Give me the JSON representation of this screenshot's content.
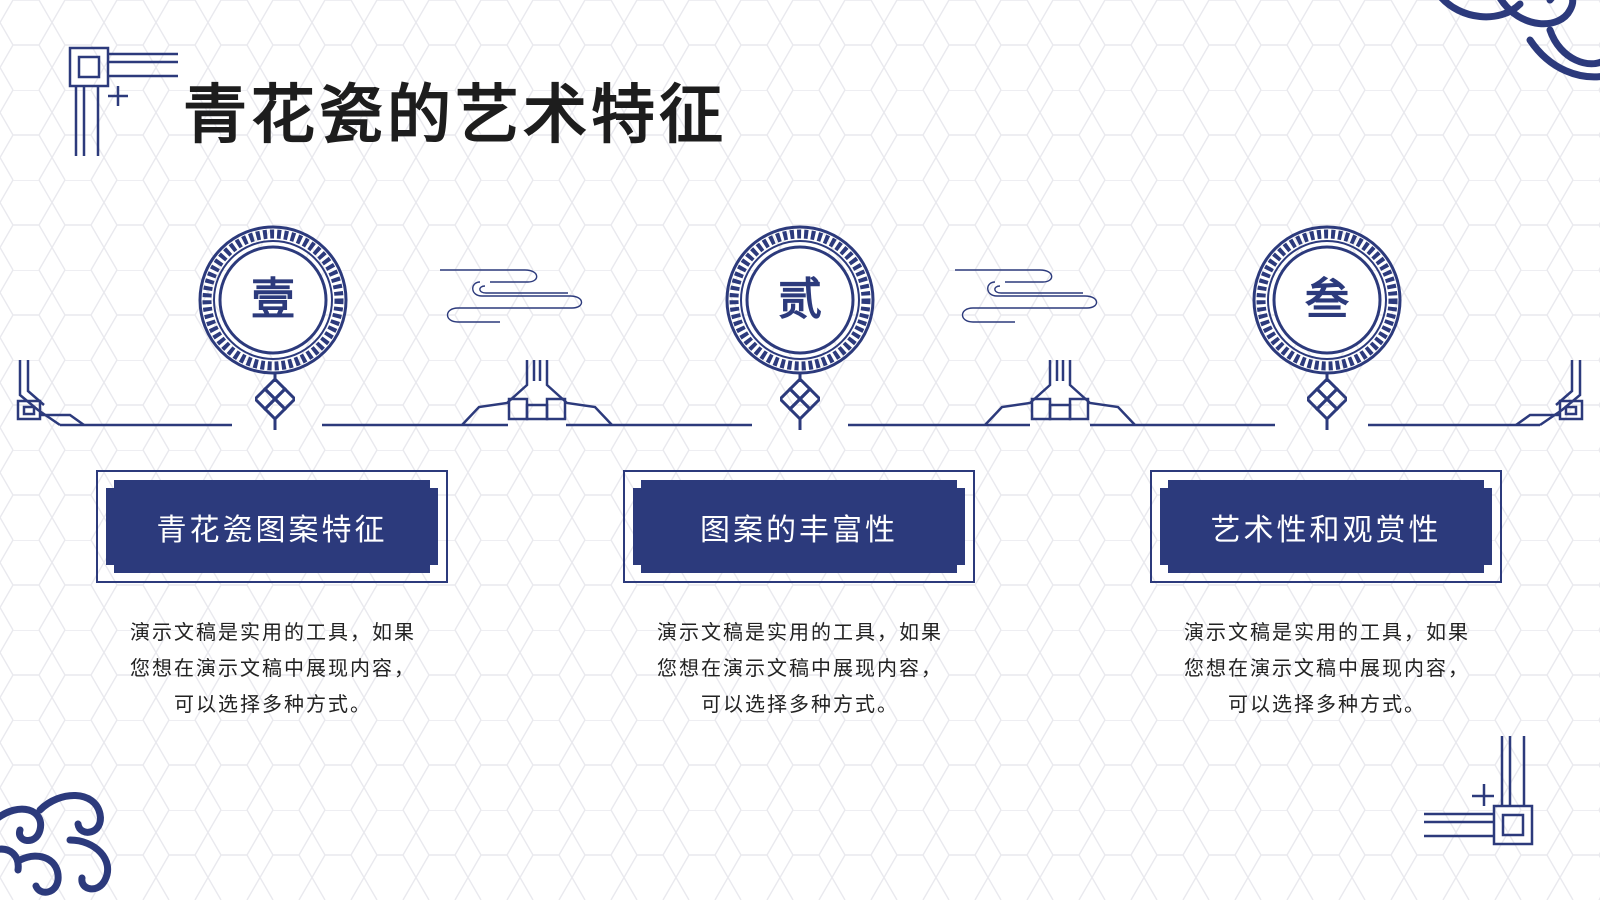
{
  "slide": {
    "title": "青花瓷的艺术特征",
    "colors": {
      "accent": "#2c3a7c",
      "text": "#222222",
      "background": "#ffffff"
    }
  },
  "sections": [
    {
      "badge": "壹",
      "label": "青花瓷图案特征",
      "desc_lines": [
        "演示文稿是实用的工具，如果",
        "您想在演示文稿中展现内容，",
        "可以选择多种方式。"
      ]
    },
    {
      "badge": "贰",
      "label": "图案的丰富性",
      "desc_lines": [
        "演示文稿是实用的工具，如果",
        "您想在演示文稿中展现内容，",
        "可以选择多种方式。"
      ]
    },
    {
      "badge": "叁",
      "label": "艺术性和观赏性",
      "desc_lines": [
        "演示文稿是实用的工具，如果",
        "您想在演示文稿中展现内容，",
        "可以选择多种方式。"
      ]
    }
  ],
  "icons": {
    "corner_top_left": "fret-corner-icon",
    "corner_bottom_right": "fret-corner-icon",
    "cloud_top_right": "cloud-scroll-icon",
    "cloud_bottom_left": "cloud-scroll-icon",
    "knot": "chinese-knot-icon",
    "cloud_lines": "auspicious-cloud-icon"
  }
}
